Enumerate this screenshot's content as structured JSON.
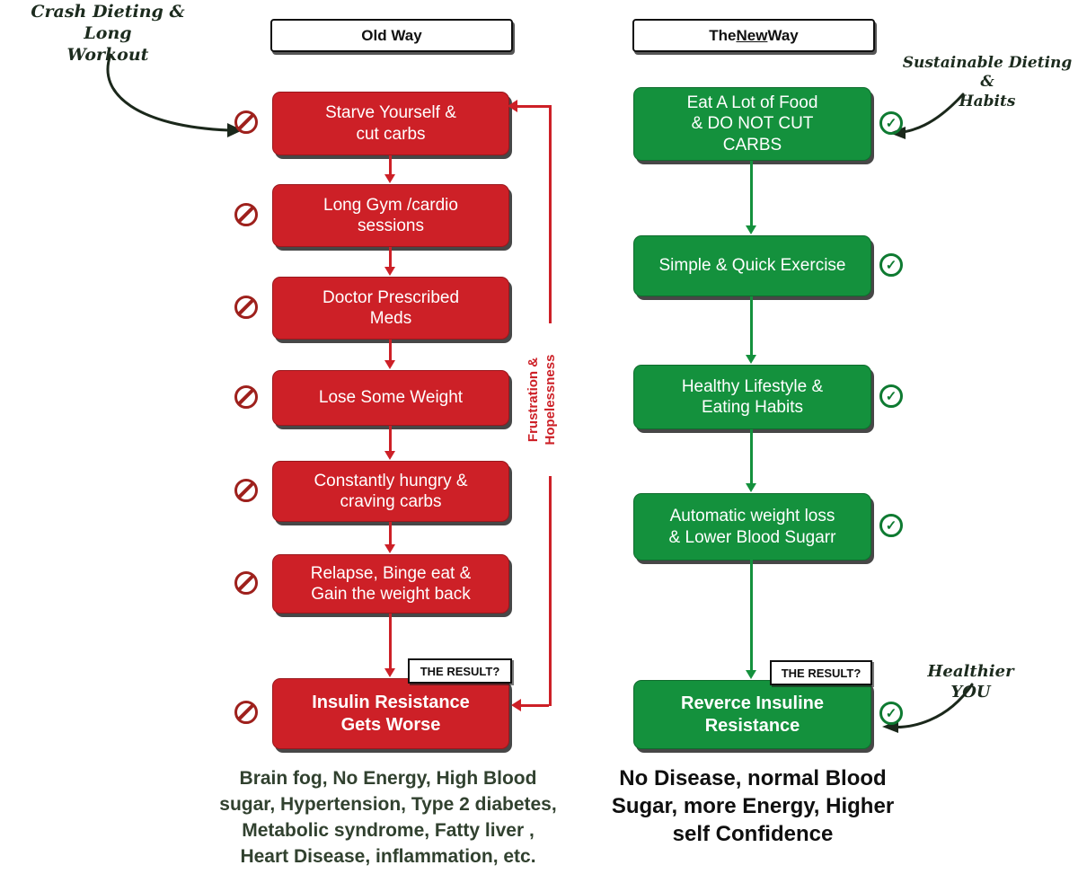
{
  "colors": {
    "red": "#cd2027",
    "reddark": "#9e201c",
    "green": "#14913d",
    "greendark": "#0e7a31",
    "ink": "#1c2b1e"
  },
  "old_way": {
    "header": "Old Way",
    "steps": [
      {
        "label": "Starve Yourself &\ncut carbs"
      },
      {
        "label": "Long Gym /cardio\nsessions"
      },
      {
        "label": "Doctor Prescribed\nMeds"
      },
      {
        "label": "Lose Some Weight"
      },
      {
        "label": "Constantly hungry &\ncraving carbs"
      },
      {
        "label": "Relapse, Binge eat &\nGain the weight back"
      }
    ],
    "result_tag": "THE RESULT?",
    "result": "Insulin Resistance\nGets Worse",
    "loop_label": "Frustration &\nHopelessness",
    "outcome": "Brain fog, No Energy, High Blood\nsugar, Hypertension, Type 2 diabetes,\nMetabolic syndrome, Fatty liver ,\nHeart Disease, inflammation, etc."
  },
  "new_way": {
    "header_pre": "The ",
    "header_underlined": "New",
    "header_post": " Way",
    "steps": [
      {
        "label": "Eat A Lot of Food\n& DO NOT CUT\nCARBS"
      },
      {
        "label": "Simple & Quick Exercise"
      },
      {
        "label": "Healthy Lifestyle &\nEating Habits"
      },
      {
        "label": "Automatic weight loss\n& Lower Blood Sugarr"
      }
    ],
    "result_tag": "THE RESULT?",
    "result": "Reverce Insuline\nResistance",
    "outcome": "No Disease, normal Blood\nSugar, more Energy, Higher\nself Confidence"
  },
  "annotations": {
    "crash": "Crash Dieting & Long\nWorkout",
    "sustainable": "Sustainable Dieting &\nHabits",
    "healthier": "Healthier YOU"
  }
}
